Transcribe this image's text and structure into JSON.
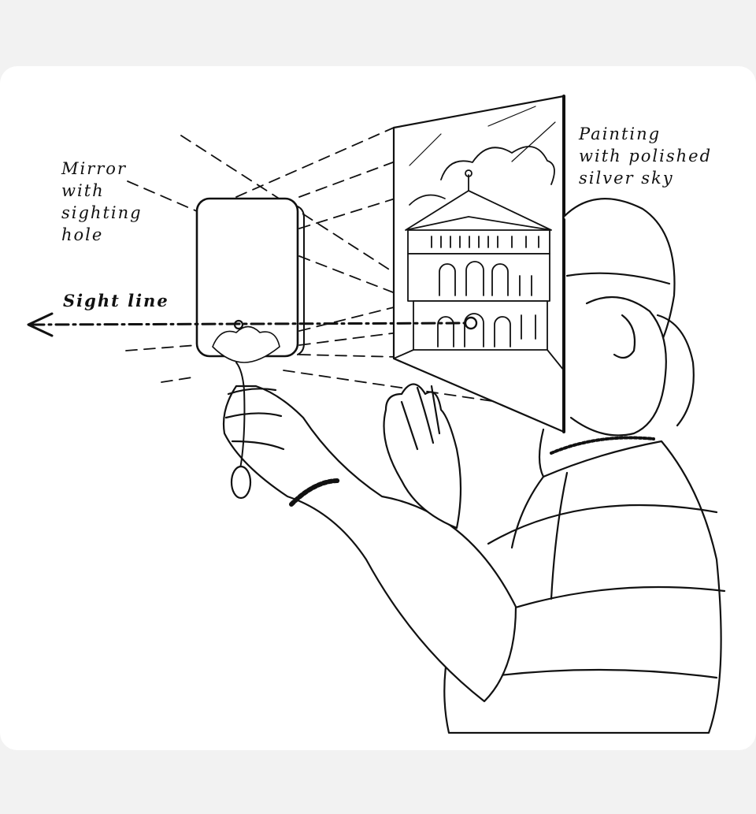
{
  "labels": {
    "mirror": [
      "Mirror",
      "with",
      "sighting",
      "hole"
    ],
    "painting": [
      "Painting",
      "with polished",
      "silver sky"
    ],
    "sight_line": "Sight line"
  },
  "colors": {
    "page_background": "#f2f2f2",
    "card_background": "#ffffff",
    "ink": "#111111"
  }
}
